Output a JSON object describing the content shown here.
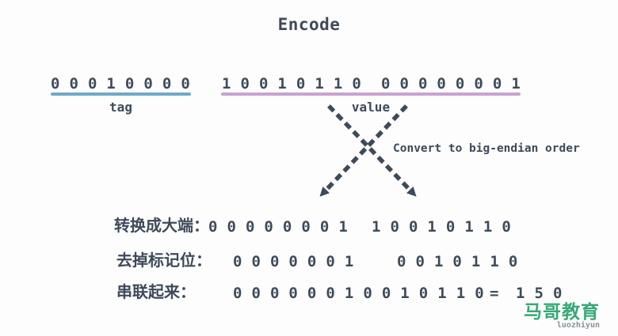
{
  "title": "Encode",
  "encode_row": {
    "tag": {
      "bits": "0 0 0 1 0 0 0 0",
      "label": "tag"
    },
    "value": {
      "byte1": "1 0 0 1 0 1 1 0",
      "byte2": "0 0 0 0 0 0 0 1",
      "label": "value"
    }
  },
  "arrow_annotation": "Convert to big-endian order",
  "steps": [
    {
      "label": "转换成大端：",
      "part1": "0 0 0 0 0 0 0 1",
      "part2": "1 0 0 1 0 1 1 0"
    },
    {
      "label": "去掉标记位：",
      "part1": "0 0 0 0 0 0 1",
      "part2": "0 0 1 0 1 1 0"
    },
    {
      "label": "串联起来：",
      "part1": "0 0 0 0 0 0 1 0 0 1 0 1 1 0",
      "equals": "=",
      "result": "1 5 0"
    }
  ],
  "watermark": {
    "logo": "马哥教育",
    "sub": "luozhiyun"
  },
  "colors": {
    "text": "#3E4A59",
    "tag_underline": "#6FA9C7",
    "value_underline": "#C9A2CF",
    "logo_green": "#36A876",
    "watermark_sub": "#8A9099",
    "background": "#FDFDFD"
  }
}
